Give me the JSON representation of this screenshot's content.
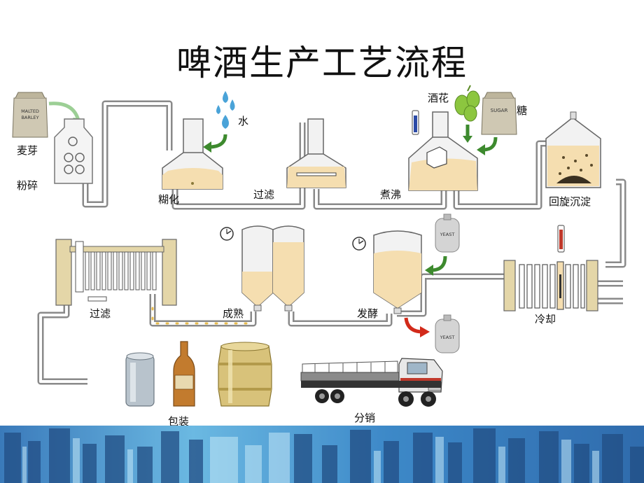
{
  "title": "啤酒生产工艺流程",
  "labels": {
    "malt": "麦芽",
    "crush": "粉碎",
    "water": "水",
    "mash": "糊化",
    "filter1": "过滤",
    "boil": "煮沸",
    "hops": "酒花",
    "sugar": "糖",
    "whirlpool": "回旋沉淀",
    "cooling": "冷却",
    "fermentation": "发酵",
    "maturation": "成熟",
    "filter2": "过滤",
    "packaging": "包装",
    "distribution": "分销"
  },
  "bag_texts": {
    "malt_line1": "MALTED",
    "malt_line2": "BARLEY",
    "sugar": "SUGAR",
    "yeast1": "YEAST",
    "yeast2": "YEAST"
  },
  "colors": {
    "pipe": "#8a8a8a",
    "liquid": "#f5deb0",
    "tank": "#f2f2f2",
    "arrow_green": "#3d8a2e",
    "arrow_red": "#d22a1a",
    "filter_frame": "#e4d6a8",
    "water_drop": "#4aa3d8",
    "hops": "#8cc63f"
  },
  "icons": [
    "water-drop-icon",
    "hops-icon",
    "thermometer-icon",
    "clock-icon",
    "can-icon",
    "bottle-icon",
    "keg-icon",
    "truck-icon"
  ]
}
